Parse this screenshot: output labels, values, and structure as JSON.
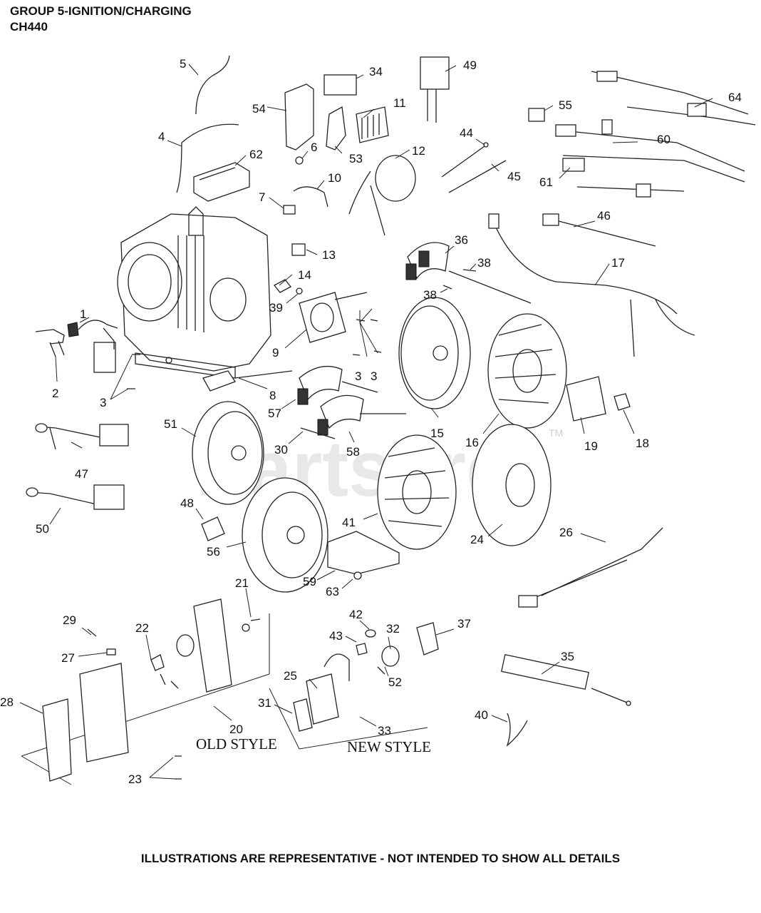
{
  "header": {
    "title": "GROUP 5-IGNITION/CHARGING",
    "model": "CH440"
  },
  "watermark": {
    "text": "PartsTree",
    "tm": "TM"
  },
  "footer": "ILLUSTRATIONS ARE REPRESENTATIVE - NOT INTENDED TO SHOW ALL DETAILS",
  "style_labels": {
    "old": "OLD STYLE",
    "new": "NEW STYLE"
  },
  "callouts": [
    "1",
    "2",
    "3",
    "3",
    "3",
    "4",
    "5",
    "6",
    "7",
    "8",
    "9",
    "10",
    "11",
    "12",
    "13",
    "14",
    "15",
    "16",
    "17",
    "18",
    "19",
    "20",
    "21",
    "22",
    "23",
    "24",
    "25",
    "26",
    "27",
    "28",
    "29",
    "30",
    "31",
    "32",
    "33",
    "34",
    "35",
    "36",
    "37",
    "38",
    "38",
    "39",
    "40",
    "41",
    "42",
    "43",
    "44",
    "45",
    "46",
    "47",
    "48",
    "49",
    "50",
    "51",
    "52",
    "53",
    "54",
    "55",
    "56",
    "57",
    "58",
    "59",
    "60",
    "61",
    "62",
    "63",
    "64"
  ]
}
